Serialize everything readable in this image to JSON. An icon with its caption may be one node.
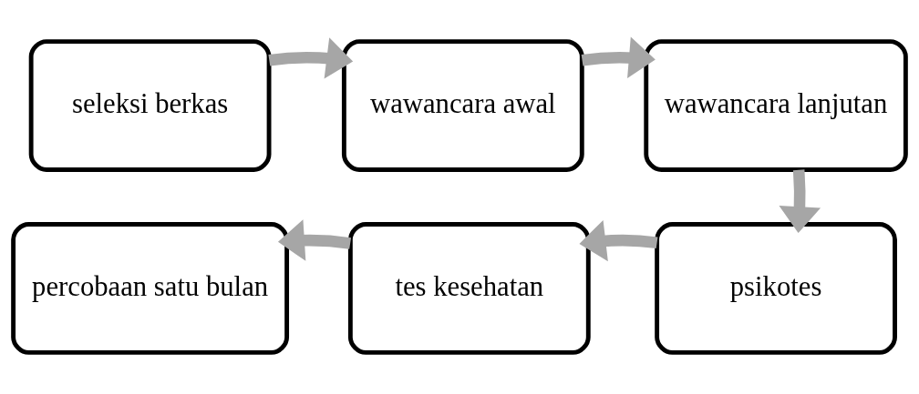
{
  "diagram": {
    "nodes": [
      {
        "text": [
          "seleksi berkas"
        ]
      },
      {
        "text": [
          "wawancara awal"
        ]
      },
      {
        "text": [
          "wawancara lanjutan"
        ]
      },
      {
        "text": [
          "psikotes"
        ]
      },
      {
        "text": [
          "tes kesehatan"
        ]
      },
      {
        "text": [
          "percobaan satu bulan"
        ]
      }
    ],
    "edges": [
      {
        "from": 0,
        "to": 1,
        "arrow": "to"
      },
      {
        "from": 1,
        "to": 2,
        "arrow": "to"
      },
      {
        "from": 2,
        "to": 3,
        "arrow": "to"
      },
      {
        "from": 3,
        "to": 4,
        "arrow": "to"
      },
      {
        "from": 4,
        "to": 5,
        "arrow": "to"
      }
    ]
  }
}
